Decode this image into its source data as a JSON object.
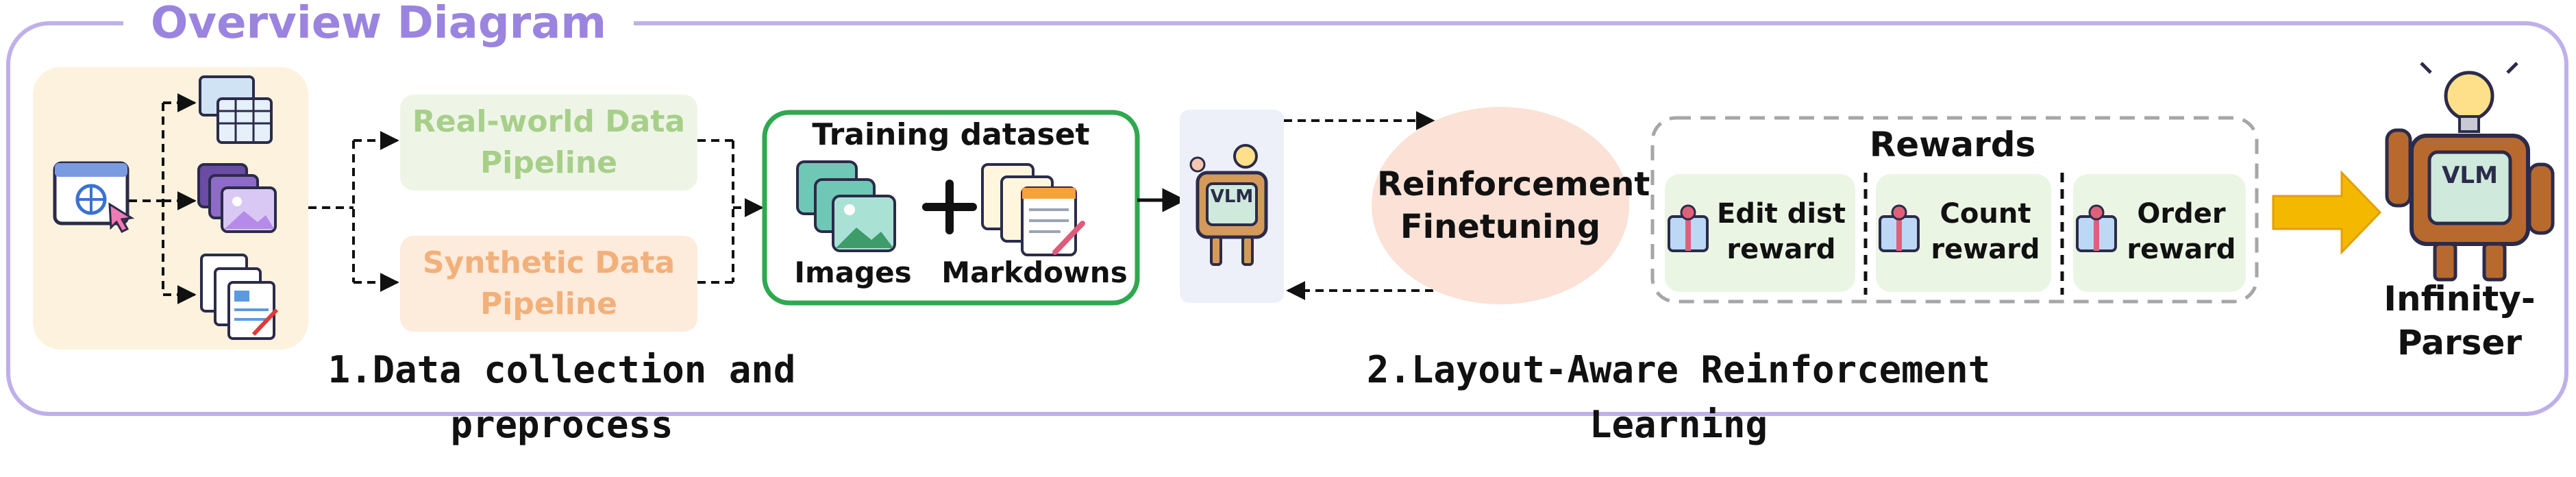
{
  "title": "Overview Diagram",
  "pipelines": {
    "real_world": "Real-world Data Pipeline",
    "synthetic": "Synthetic Data Pipeline"
  },
  "training": {
    "title": "Training dataset",
    "images": "Images",
    "markdowns": "Markdowns"
  },
  "vlm": "VLM",
  "rl": {
    "label": "Reinforcement Finetuning"
  },
  "rewards": {
    "title": "Rewards",
    "items": [
      "Edit dist reward",
      "Count reward",
      "Order reward"
    ]
  },
  "output": {
    "label": "Infinity-Parser",
    "vlm": "VLM"
  },
  "stages": {
    "stage1": "1.Data collection and preprocess",
    "stage2": "2.Layout-Aware Reinforcement Learning"
  },
  "colors": {
    "frame": "#bfb0ea",
    "title": "#9b84e0",
    "real_world_fill": "#eef5e6",
    "real_world_text": "#a7cf8a",
    "synthetic_fill": "#fdebdc",
    "synthetic_text": "#f2b07a",
    "training_border": "#2fa84f",
    "rl_fill": "#fbe1d6",
    "rewards_fill": "#eaf5e4",
    "arrow_out": "#f5b800"
  }
}
